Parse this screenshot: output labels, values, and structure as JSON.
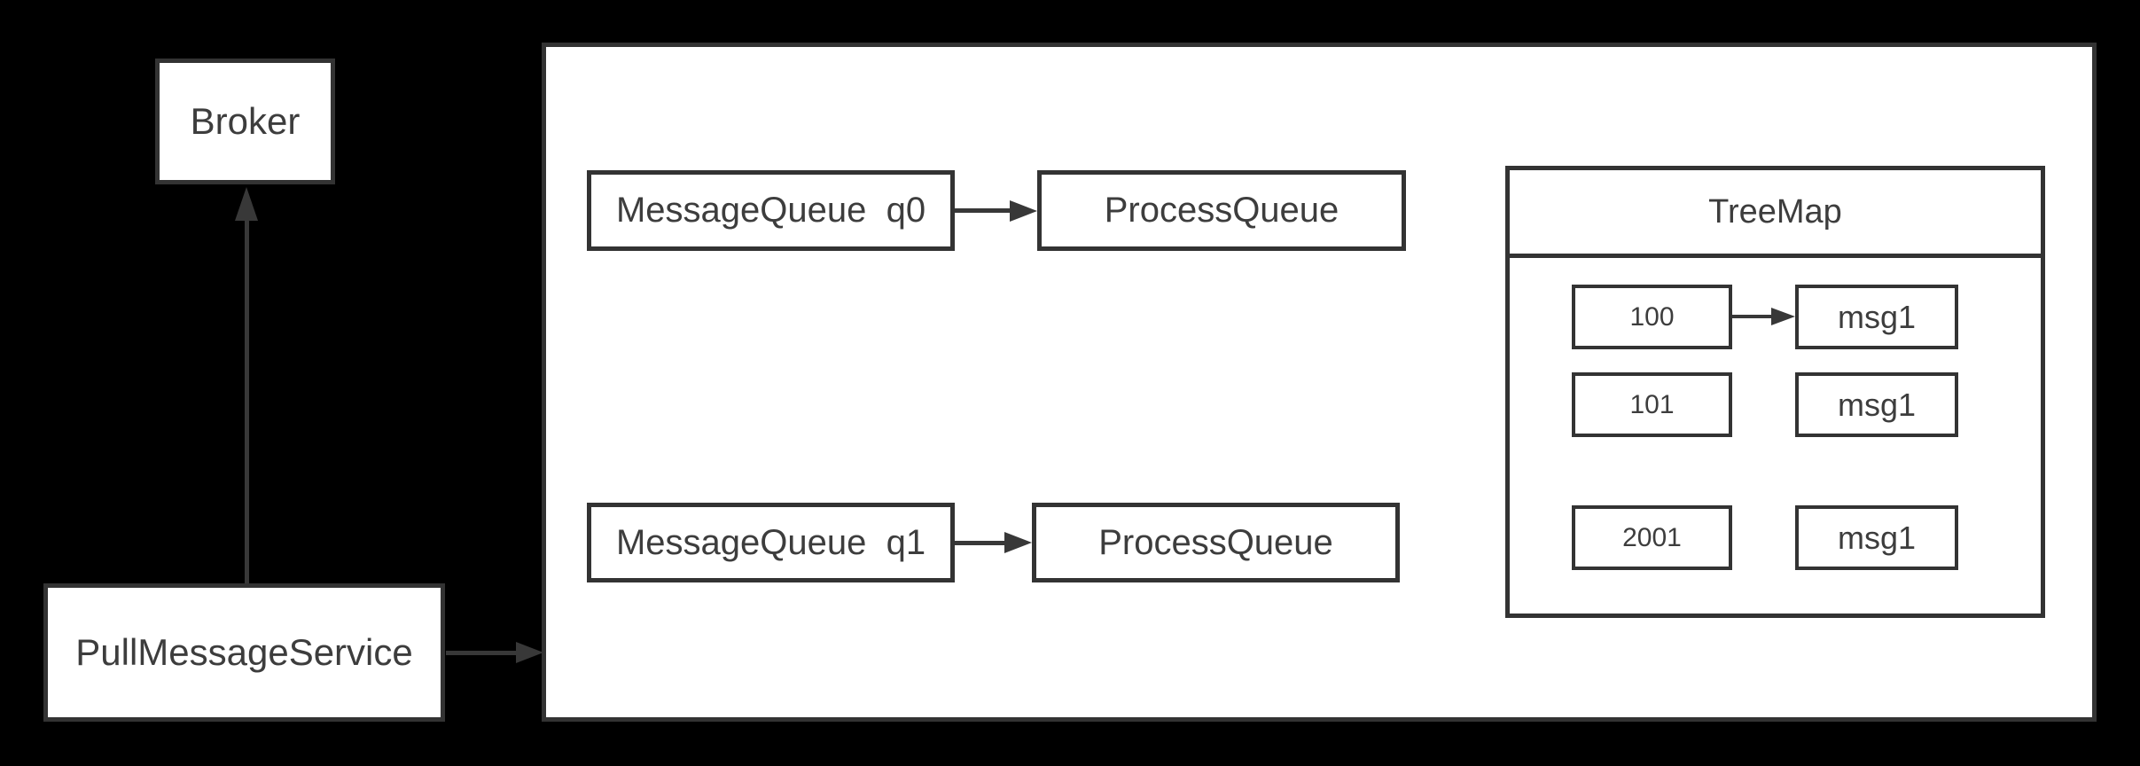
{
  "diagram": {
    "background": "#000000",
    "box_fill": "#ffffff",
    "border_color": "#333333",
    "arrow_color": "#383838",
    "text_color": "#3d3d3d",
    "nodes": {
      "broker": "Broker",
      "pull_message_service": "PullMessageService",
      "message_queue_q0": "MessageQueue  q0",
      "process_queue_top": "ProcessQueue",
      "message_queue_q1": "MessageQueue  q1",
      "process_queue_bottom": "ProcessQueue",
      "treemap_title": "TreeMap",
      "treemap_rows": [
        {
          "key": "100",
          "value": "msg1"
        },
        {
          "key": "101",
          "value": "msg1"
        },
        {
          "key": "2001",
          "value": "msg1"
        }
      ]
    },
    "edges": [
      {
        "from": "PullMessageService",
        "to": "Broker"
      },
      {
        "from": "PullMessageService",
        "to": "consumer-container"
      },
      {
        "from": "MessageQueue q0",
        "to": "ProcessQueue"
      },
      {
        "from": "MessageQueue q1",
        "to": "ProcessQueue"
      },
      {
        "from": "100",
        "to": "msg1"
      }
    ]
  }
}
